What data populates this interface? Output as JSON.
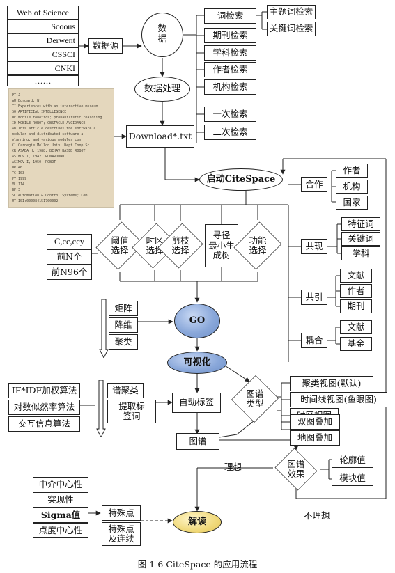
{
  "figure": {
    "caption": "图 1-6   CiteSpace 的应用流程"
  },
  "data_sources": [
    "Web of Science",
    "Scoous",
    "Derwent",
    "CSSCI",
    "CNKI",
    "……"
  ],
  "data_source_label": "数据源",
  "data_node": "数\n据",
  "retrieval": {
    "items": [
      "词检索",
      "期刊检索",
      "学科检索",
      "作者检索",
      "机构检索"
    ],
    "word_sub": [
      "主题词检索",
      "关键词检索"
    ],
    "stages": [
      "一次检索",
      "二次检索"
    ]
  },
  "processing": "数据处理",
  "download": "Download*.txt",
  "record_sample": [
    "PT   J",
    "AU   Burgard, W",
    "TI   Experiences with an interactive museum",
    "SO   ARTIFICIAL INTELLIGENCE",
    "DE   mobile robotics; probabilistic reasoning",
    "ID   MOBILE ROBOT; OBSTACLE AVOIDANCE",
    "AB   This article describes the software a",
    "     modular and distributed software a",
    "     planning, and various modules con",
    "C1   Carnegie Mellon Univ, Dept Comp Sc",
    "CR   ASADA H, 1988, BEHAV BASED ROBOT",
    "     ASIMOV I, 1942, RUNAROUND",
    "     ASIMOV I, 1950, ROBOT",
    "NR   46",
    "TC   103",
    "PY   1999",
    "VL   114",
    "BP   3",
    "SC   Automation & Control Systems; Com",
    "UT   ISI:000084151700002"
  ],
  "start": "启动CiteSpace",
  "selections": [
    {
      "id": "threshold",
      "label": "阈值\n选择"
    },
    {
      "id": "timezone",
      "label": "时区\n选择"
    },
    {
      "id": "pruning",
      "label": "剪枝\n选择"
    },
    {
      "id": "pathfinder",
      "label": "寻径\n最小生\n成树"
    },
    {
      "id": "function",
      "label": "功能\n选择"
    }
  ],
  "threshold_params": [
    "C,cc,ccy",
    "前N个",
    "前N96个"
  ],
  "function_groups": [
    {
      "label": "合作",
      "items": [
        "作者",
        "机构",
        "国家"
      ]
    },
    {
      "label": "共现",
      "items": [
        "特征词",
        "关键词",
        "学科"
      ]
    },
    {
      "label": "共引",
      "items": [
        "文献",
        "作者",
        "期刊"
      ]
    },
    {
      "label": "耦合",
      "items": [
        "文献",
        "基金"
      ]
    }
  ],
  "go": "GO",
  "matrix_steps": [
    "矩阵",
    "降维",
    "聚类"
  ],
  "visualize": "可视化",
  "algorithms": [
    "IF*IDF加权算法",
    "对数似然率算法",
    "交互信息算法"
  ],
  "labeling_steps": [
    "谱聚类",
    "提取标\n签词"
  ],
  "auto_label": "自动标签",
  "map_type": "图谱\n类型",
  "views_top": [
    "聚类视图(默认)",
    "时间线视图(鱼眼图)",
    "时区视图"
  ],
  "views_bottom": [
    "双图叠加",
    "地图叠加"
  ],
  "map": "图谱",
  "effect": "图谱\n效果",
  "effect_metrics": [
    "轮廓值",
    "模块值"
  ],
  "ideal": "理想",
  "not_ideal": "不理想",
  "indicators": [
    "中介中心性",
    "突现性",
    "Sigma值",
    "点度中心性"
  ],
  "special": [
    "特殊点",
    "特殊点\n及连续"
  ],
  "interpret": "解读"
}
